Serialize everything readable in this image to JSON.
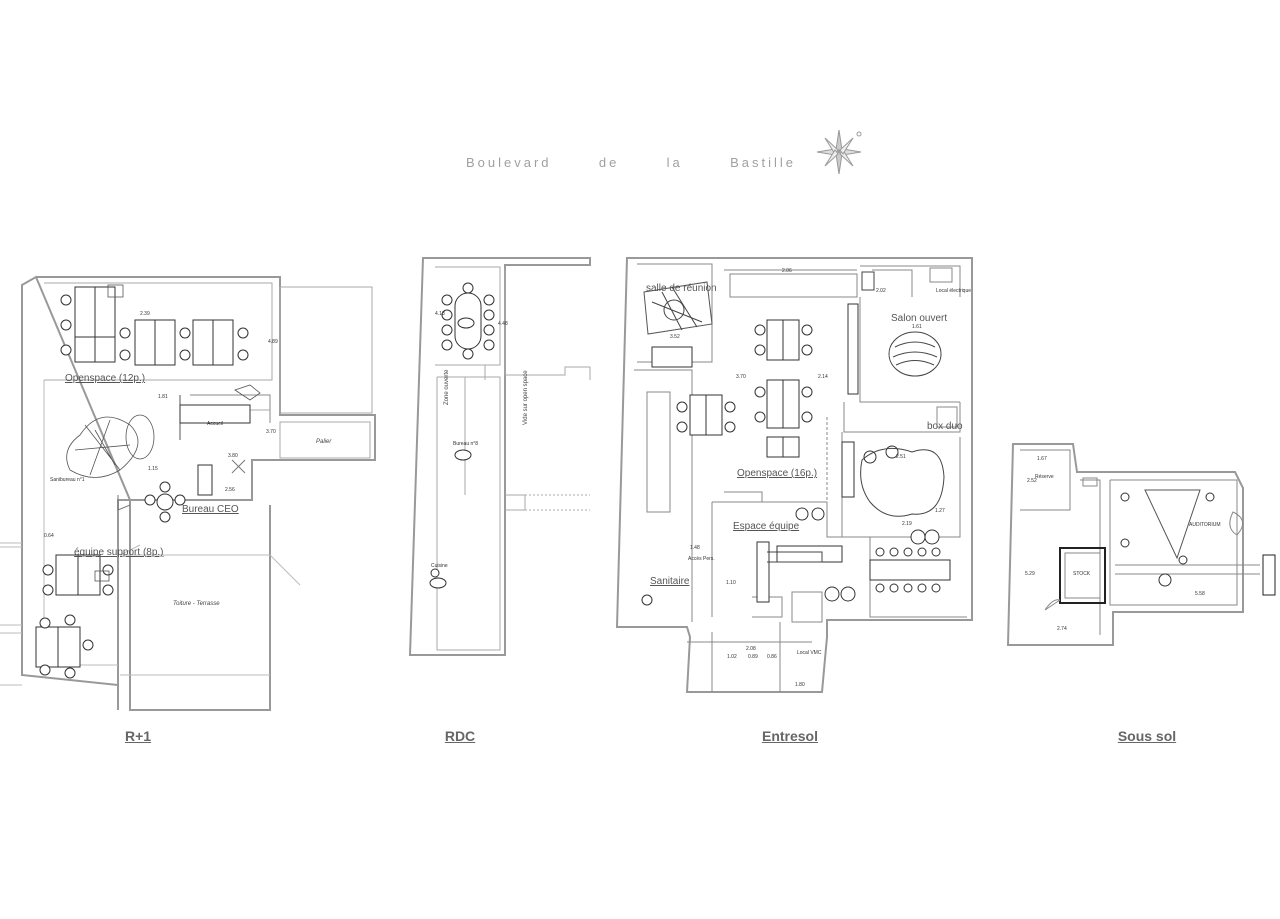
{
  "header": {
    "street_words": [
      "Boulevard",
      "de",
      "la",
      "Bastille"
    ],
    "compass_icon": "compass-rose-icon"
  },
  "floors": {
    "r1": {
      "label": "R+1",
      "rooms": {
        "openspace": "Openspace (12p.)",
        "bureau_ceo": "Bureau CEO",
        "equipe_support": "équipe support (8p.)",
        "toiture": "Toiture - Terrasse",
        "palier": "Palier",
        "accueil": "Accueil",
        "sanibureau": "Sanibureau n°1"
      },
      "dims": [
        "1.81",
        "2.39",
        "4.89",
        "3.80",
        "3.70",
        "2.56",
        "0.64",
        "1.15"
      ]
    },
    "rdc": {
      "label": "RDC",
      "rooms": {
        "zone": "Zone ouverte",
        "vide": "Vide sur open space",
        "bureau": "Bureau n°8",
        "cuisine": "Cuisine"
      },
      "dims": [
        "4.18",
        "4.48"
      ]
    },
    "entresol": {
      "label": "Entresol",
      "rooms": {
        "salle_reunion": "salle de réunion",
        "salon_ouvert": "Salon ouvert",
        "box_duo": "box duo",
        "openspace": "Openspace (16p.)",
        "espace_equipe": "Espace équipe",
        "sanitaire": "Sanitaire",
        "local_vmc": "Local VMC",
        "local_electrique": "Local électrique",
        "acces_pmr": "Accès Pers."
      },
      "dims": [
        "3.52",
        "3.70",
        "2.14",
        "1.61",
        "2.51",
        "2.19",
        "1.27",
        "1.48",
        "1.10",
        "2.08",
        "1.02",
        "0.89",
        "0.86",
        "1.80",
        "2.02",
        "2.06"
      ]
    },
    "sous_sol": {
      "label": "Sous sol",
      "rooms": {
        "reserve": "Réserve",
        "stock": "STOCK",
        "auditorium": "AUDITORIUM"
      },
      "dims": [
        "1.67",
        "2.52",
        "5.29",
        "2.74",
        "5.58"
      ]
    }
  }
}
